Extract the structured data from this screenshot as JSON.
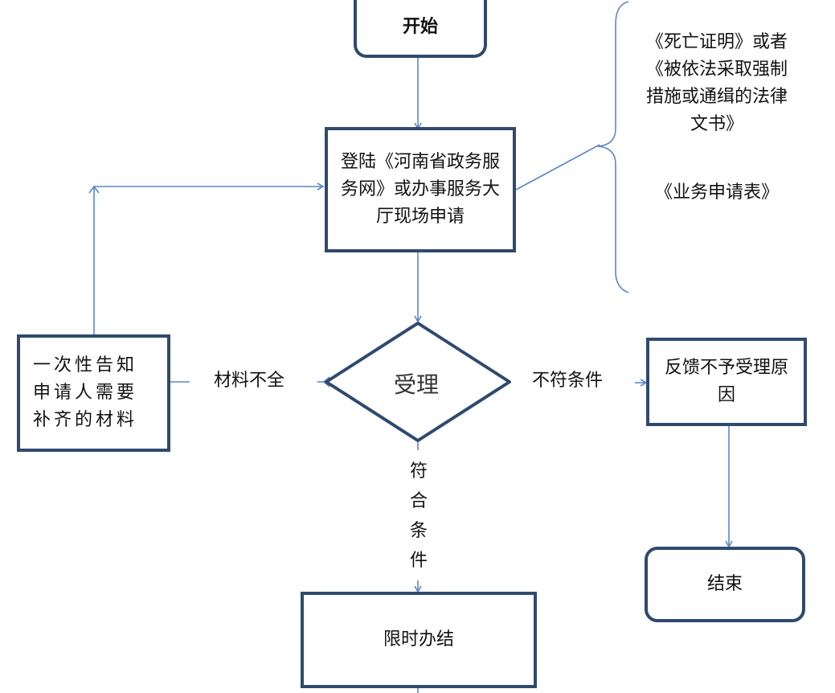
{
  "colors": {
    "box_border": "#2f4a6e",
    "connector": "#5b87c5",
    "text": "#111111"
  },
  "nodes": {
    "start": "开始",
    "apply": "登陆《河南省政务服务网》或办事服务大厅现场申请",
    "accept": "受理",
    "notify": "一次性告知申请人需要补齐的材料",
    "reject": "反馈不予受理原因",
    "finish": "限时办结",
    "end": "结束"
  },
  "edge_labels": {
    "incomplete": "材料不全",
    "not_qualified": "不符条件",
    "qualified": [
      "符",
      "合",
      "条",
      "件"
    ]
  },
  "required_documents": {
    "item1": "《死亡证明》或者《被依法采取强制措施或通缉的法律文书》",
    "item2": "《业务申请表》"
  }
}
